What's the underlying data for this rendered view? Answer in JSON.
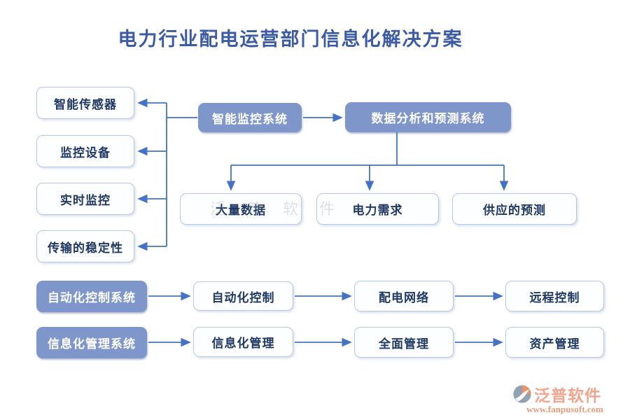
{
  "title": "电力行业配电运营部门信息化解决方案",
  "colors": {
    "connector": "#4472c4",
    "blue_box_fill": "#7e96c9",
    "white_box_border": "#b9c7e8",
    "dark_text": "#1f3864",
    "title_text": "#3b5ba5",
    "logo_text": "#f2a58c"
  },
  "nodes": {
    "sensor": "智能传感器",
    "monitor_device": "监控设备",
    "realtime_monitor": "实时监控",
    "transmission_stability": "传输的稳定性",
    "smart_monitor_system": "智能监控系统",
    "analysis_forecast_system": "数据分析和预测系统",
    "big_data": "大量数据",
    "power_demand": "电力需求",
    "supply_forecast": "供应的预测",
    "automation_control_system": "自动化控制系统",
    "automation_control": "自动化控制",
    "distribution_network": "配电网络",
    "remote_control": "远程控制",
    "info_management_system": "信息化管理系统",
    "info_management": "信息化管理",
    "comprehensive_management": "全面管理",
    "asset_management": "资产管理"
  },
  "watermark": "泛普软件",
  "footer": {
    "brand": "泛普软件",
    "url": "www.fanpusoft.com"
  }
}
